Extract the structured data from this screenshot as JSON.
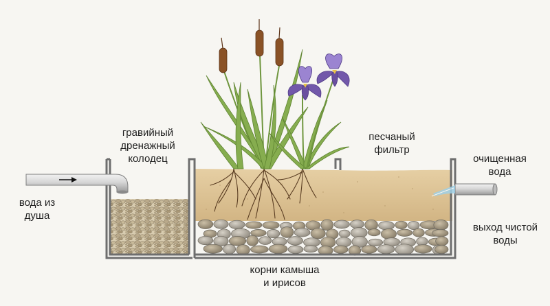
{
  "labels": {
    "gravel_well": [
      "гравийный",
      "дренажный",
      "колодец"
    ],
    "sand_filter": [
      "песчаный",
      "фильтр"
    ],
    "clean_water": [
      "очищенная",
      "вода"
    ],
    "shower_water": [
      "вода из",
      "душа"
    ],
    "clean_water_outlet": [
      "выход чистой",
      "воды"
    ],
    "roots": [
      "корни камыша",
      "и ирисов"
    ]
  },
  "colors": {
    "background": "#f7f6f2",
    "tank_wall": "#6e6e6e",
    "sand": "#d9bf92",
    "gravel": "#c9b894",
    "stones": "#a9a398",
    "leaf": "#7da24a",
    "cattail": "#8a5226",
    "iris": "#7f64b8",
    "roots": "#5a3d22",
    "water": "#9fd0e6"
  },
  "icons": [
    "inlet-pipe",
    "outlet-pipe",
    "flow-arrow-icon",
    "cattail-plants",
    "iris-flowers"
  ]
}
